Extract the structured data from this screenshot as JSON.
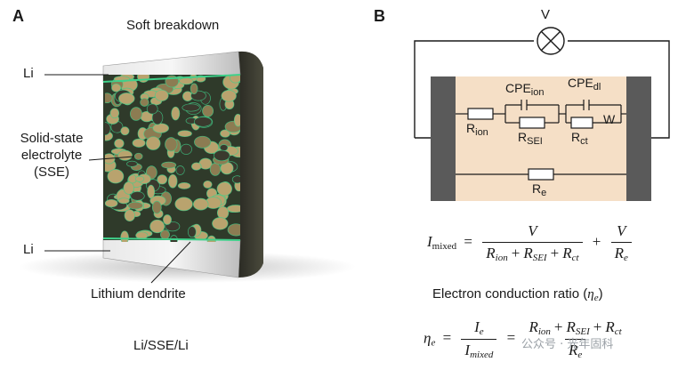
{
  "panel_a": {
    "letter": "A",
    "title": "Soft breakdown",
    "label_li_top": "Li",
    "label_li_bottom": "Li",
    "label_sse_line1": "Solid-state",
    "label_sse_line2": "electrolyte",
    "label_sse_line3": "(SSE)",
    "label_dendrite": "Lithium dendrite",
    "caption": "Li/SSE/Li"
  },
  "panel_b": {
    "letter": "B",
    "voltmeter": "V",
    "cpe_ion": "CPE",
    "cpe_ion_sub": "ion",
    "cpe_dl": "CPE",
    "cpe_dl_sub": "dl",
    "r_ion": "R",
    "r_ion_sub": "ion",
    "r_sei": "R",
    "r_sei_sub": "SEI",
    "r_ct": "R",
    "r_ct_sub": "ct",
    "warburg": "W",
    "r_e": "R",
    "r_e_sub": "e"
  },
  "equations": {
    "i_mixed_lhs": "I",
    "i_mixed_lhs_sub": "mixed",
    "v": "V",
    "r": "R",
    "ion": "ion",
    "sei": "SEI",
    "ct": "ct",
    "e": "e",
    "ratio_title": "Electron conduction ratio (",
    "eta": "η",
    "eta_sub": "e",
    "ratio_title_end": ")",
    "i": "I",
    "mixed": "mixed"
  },
  "watermark": "公众号 · 光年固科",
  "colors": {
    "dendrite": "#3fd08a",
    "grain_light": "#b9a36e",
    "grain_dark": "#3a3a2e",
    "electrode_box": "#f5dfc6",
    "electrode_plate": "#5a5a5a"
  }
}
